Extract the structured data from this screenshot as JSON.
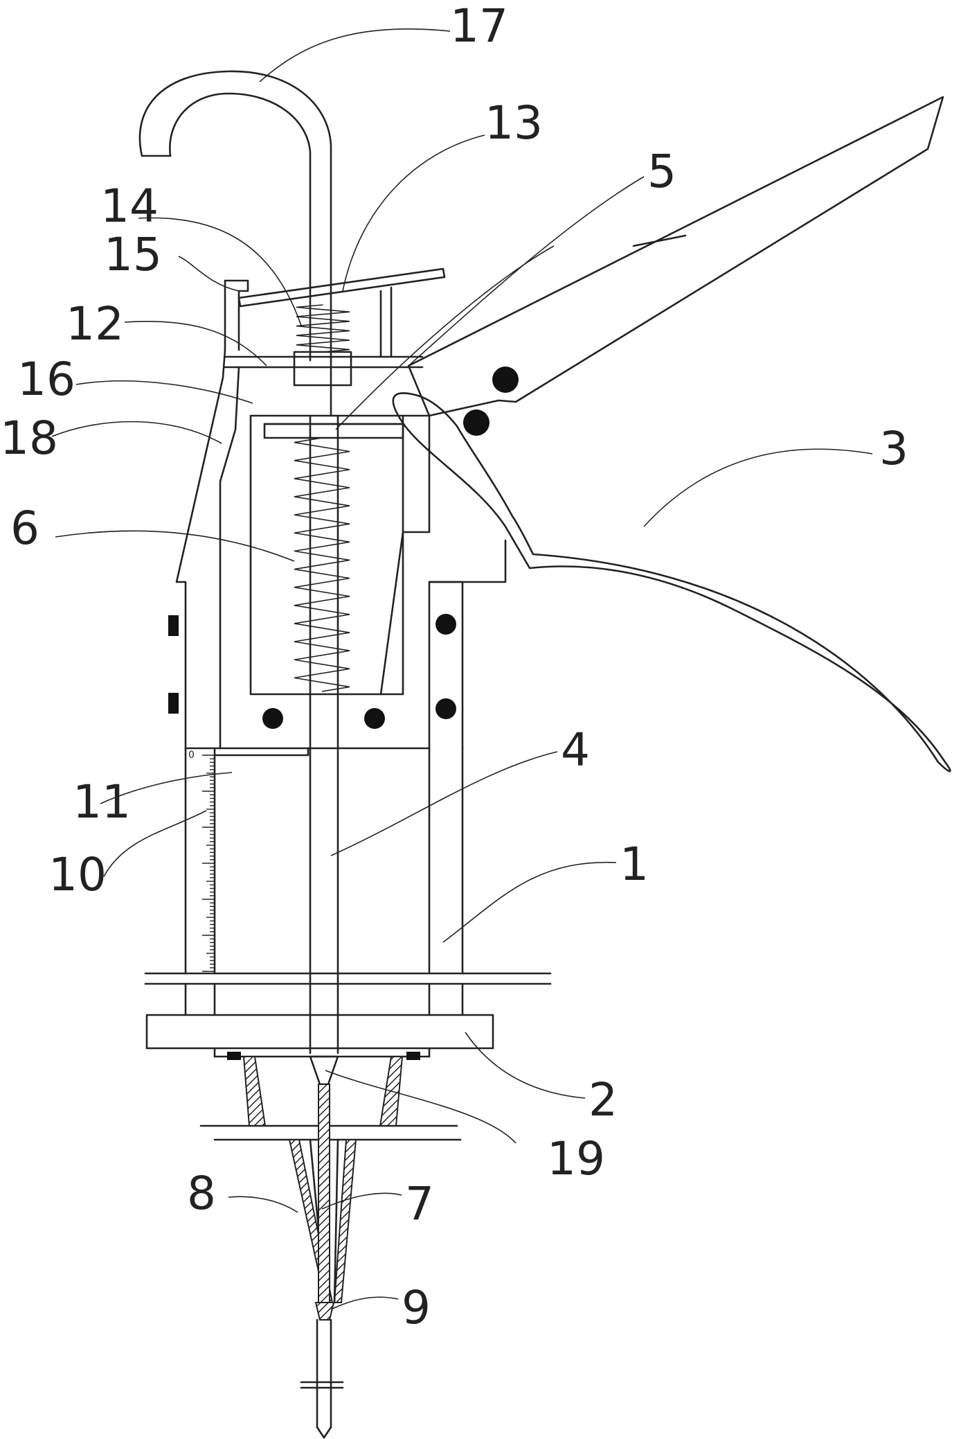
{
  "figure": {
    "callouts": [
      {
        "id": "c1",
        "text": "1"
      },
      {
        "id": "c2",
        "text": "2"
      },
      {
        "id": "c3",
        "text": "3"
      },
      {
        "id": "c4",
        "text": "4"
      },
      {
        "id": "c5",
        "text": "5"
      },
      {
        "id": "c6",
        "text": "6"
      },
      {
        "id": "c7",
        "text": "7"
      },
      {
        "id": "c8",
        "text": "8"
      },
      {
        "id": "c9",
        "text": "9"
      },
      {
        "id": "c10",
        "text": "10"
      },
      {
        "id": "c11",
        "text": "11"
      },
      {
        "id": "c12",
        "text": "12"
      },
      {
        "id": "c13",
        "text": "13"
      },
      {
        "id": "c14",
        "text": "14"
      },
      {
        "id": "c15",
        "text": "15"
      },
      {
        "id": "c16",
        "text": "16"
      },
      {
        "id": "c17",
        "text": "17"
      },
      {
        "id": "c18",
        "text": "18"
      },
      {
        "id": "c19",
        "text": "19"
      }
    ],
    "scale_zero": "0"
  }
}
